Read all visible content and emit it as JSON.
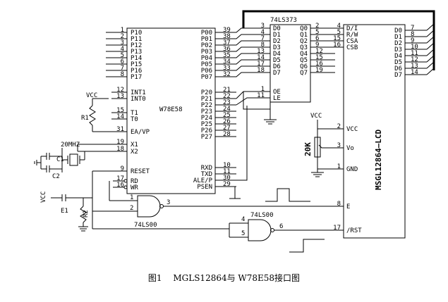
{
  "mcu": {
    "name": "W78E58",
    "left_pins": [
      {
        "num": "1",
        "label": "P10"
      },
      {
        "num": "2",
        "label": "P11"
      },
      {
        "num": "3",
        "label": "P12"
      },
      {
        "num": "4",
        "label": "P13"
      },
      {
        "num": "5",
        "label": "P14"
      },
      {
        "num": "6",
        "label": "P15"
      },
      {
        "num": "7",
        "label": "P16"
      },
      {
        "num": "8",
        "label": "P17"
      },
      {
        "num": "12",
        "label": "INT1"
      },
      {
        "num": "13",
        "label": "INT0"
      },
      {
        "num": "15",
        "label": "T1"
      },
      {
        "num": "14",
        "label": "T0"
      },
      {
        "num": "31",
        "label": "EA/VP"
      },
      {
        "num": "19",
        "label": "X1"
      },
      {
        "num": "18",
        "label": "X2"
      },
      {
        "num": "9",
        "label": "RESET"
      },
      {
        "num": "17",
        "label": "RD"
      },
      {
        "num": "16",
        "label": "WR"
      }
    ],
    "right_pins": [
      {
        "num": "39",
        "label": "P00"
      },
      {
        "num": "38",
        "label": "P01"
      },
      {
        "num": "37",
        "label": "P02"
      },
      {
        "num": "36",
        "label": "P03"
      },
      {
        "num": "35",
        "label": "P04"
      },
      {
        "num": "34",
        "label": "P05"
      },
      {
        "num": "33",
        "label": "P06"
      },
      {
        "num": "32",
        "label": "P07"
      },
      {
        "num": "21",
        "label": "P20"
      },
      {
        "num": "22",
        "label": "P21"
      },
      {
        "num": "23",
        "label": "P22"
      },
      {
        "num": "24",
        "label": "P23"
      },
      {
        "num": "25",
        "label": "P24"
      },
      {
        "num": "26",
        "label": "P25"
      },
      {
        "num": "27",
        "label": "P26"
      },
      {
        "num": "28",
        "label": "P27"
      },
      {
        "num": "10",
        "label": "RXD"
      },
      {
        "num": "11",
        "label": "TXD"
      },
      {
        "num": "30",
        "label": "ALE/P"
      },
      {
        "num": "29",
        "label": "PSEN"
      }
    ]
  },
  "latch": {
    "name": "74LS373",
    "in_pins": [
      {
        "num": "3",
        "label": "D0"
      },
      {
        "num": "4",
        "label": "D1"
      },
      {
        "num": "7",
        "label": "D2"
      },
      {
        "num": "8",
        "label": "D3"
      },
      {
        "num": "13",
        "label": "D4"
      },
      {
        "num": "14",
        "label": "D5"
      },
      {
        "num": "17",
        "label": "D6"
      },
      {
        "num": "18",
        "label": "D7"
      }
    ],
    "out_pins": [
      {
        "num": "2",
        "label": "Q0"
      },
      {
        "num": "5",
        "label": "Q1"
      },
      {
        "num": "6",
        "label": "Q2"
      },
      {
        "num": "9",
        "label": "Q3"
      },
      {
        "num": "12",
        "label": "Q4"
      },
      {
        "num": "15",
        "label": "Q5"
      },
      {
        "num": "16",
        "label": "Q6"
      },
      {
        "num": "19",
        "label": "Q7"
      }
    ],
    "ctrl_pins": [
      {
        "num": "1",
        "label": "OE"
      },
      {
        "num": "11",
        "label": "LE"
      }
    ]
  },
  "lcd": {
    "name": "MSGL12864—LCD",
    "ctrl_pins": [
      {
        "num": "4",
        "label": "D/I"
      },
      {
        "num": "5",
        "label": "R/W"
      },
      {
        "num": "15",
        "label": "CSA"
      },
      {
        "num": "16",
        "label": "CSB"
      },
      {
        "num": "2",
        "label": "VCC"
      },
      {
        "num": "3",
        "label": "Vo"
      },
      {
        "num": "1",
        "label": "GND"
      },
      {
        "num": "8",
        "label": "E"
      },
      {
        "num": "17",
        "label": "/RST"
      }
    ],
    "data_pins": [
      {
        "num": "7",
        "label": "D0"
      },
      {
        "num": "8",
        "label": "D1"
      },
      {
        "num": "9",
        "label": "D2"
      },
      {
        "num": "10",
        "label": "D3"
      },
      {
        "num": "11",
        "label": "D4"
      },
      {
        "num": "12",
        "label": "D5"
      },
      {
        "num": "13",
        "label": "D6"
      },
      {
        "num": "14",
        "label": "D7"
      }
    ]
  },
  "gate1": {
    "name": "74LS00",
    "pins": [
      "1",
      "2",
      "3"
    ]
  },
  "gate2": {
    "name": "74LS00",
    "pins": [
      "4",
      "5",
      "6"
    ]
  },
  "components": {
    "crystal": "20MHZ",
    "c1": "C1",
    "c2": "C2",
    "r1": "R1",
    "r2": "R2",
    "e1": "E1",
    "pot": "20K",
    "vcc1": "VCC",
    "vcc2": "VCC",
    "vcc3": "VCC"
  },
  "caption": "图1　 MGLS12864与 W78E58接口图"
}
